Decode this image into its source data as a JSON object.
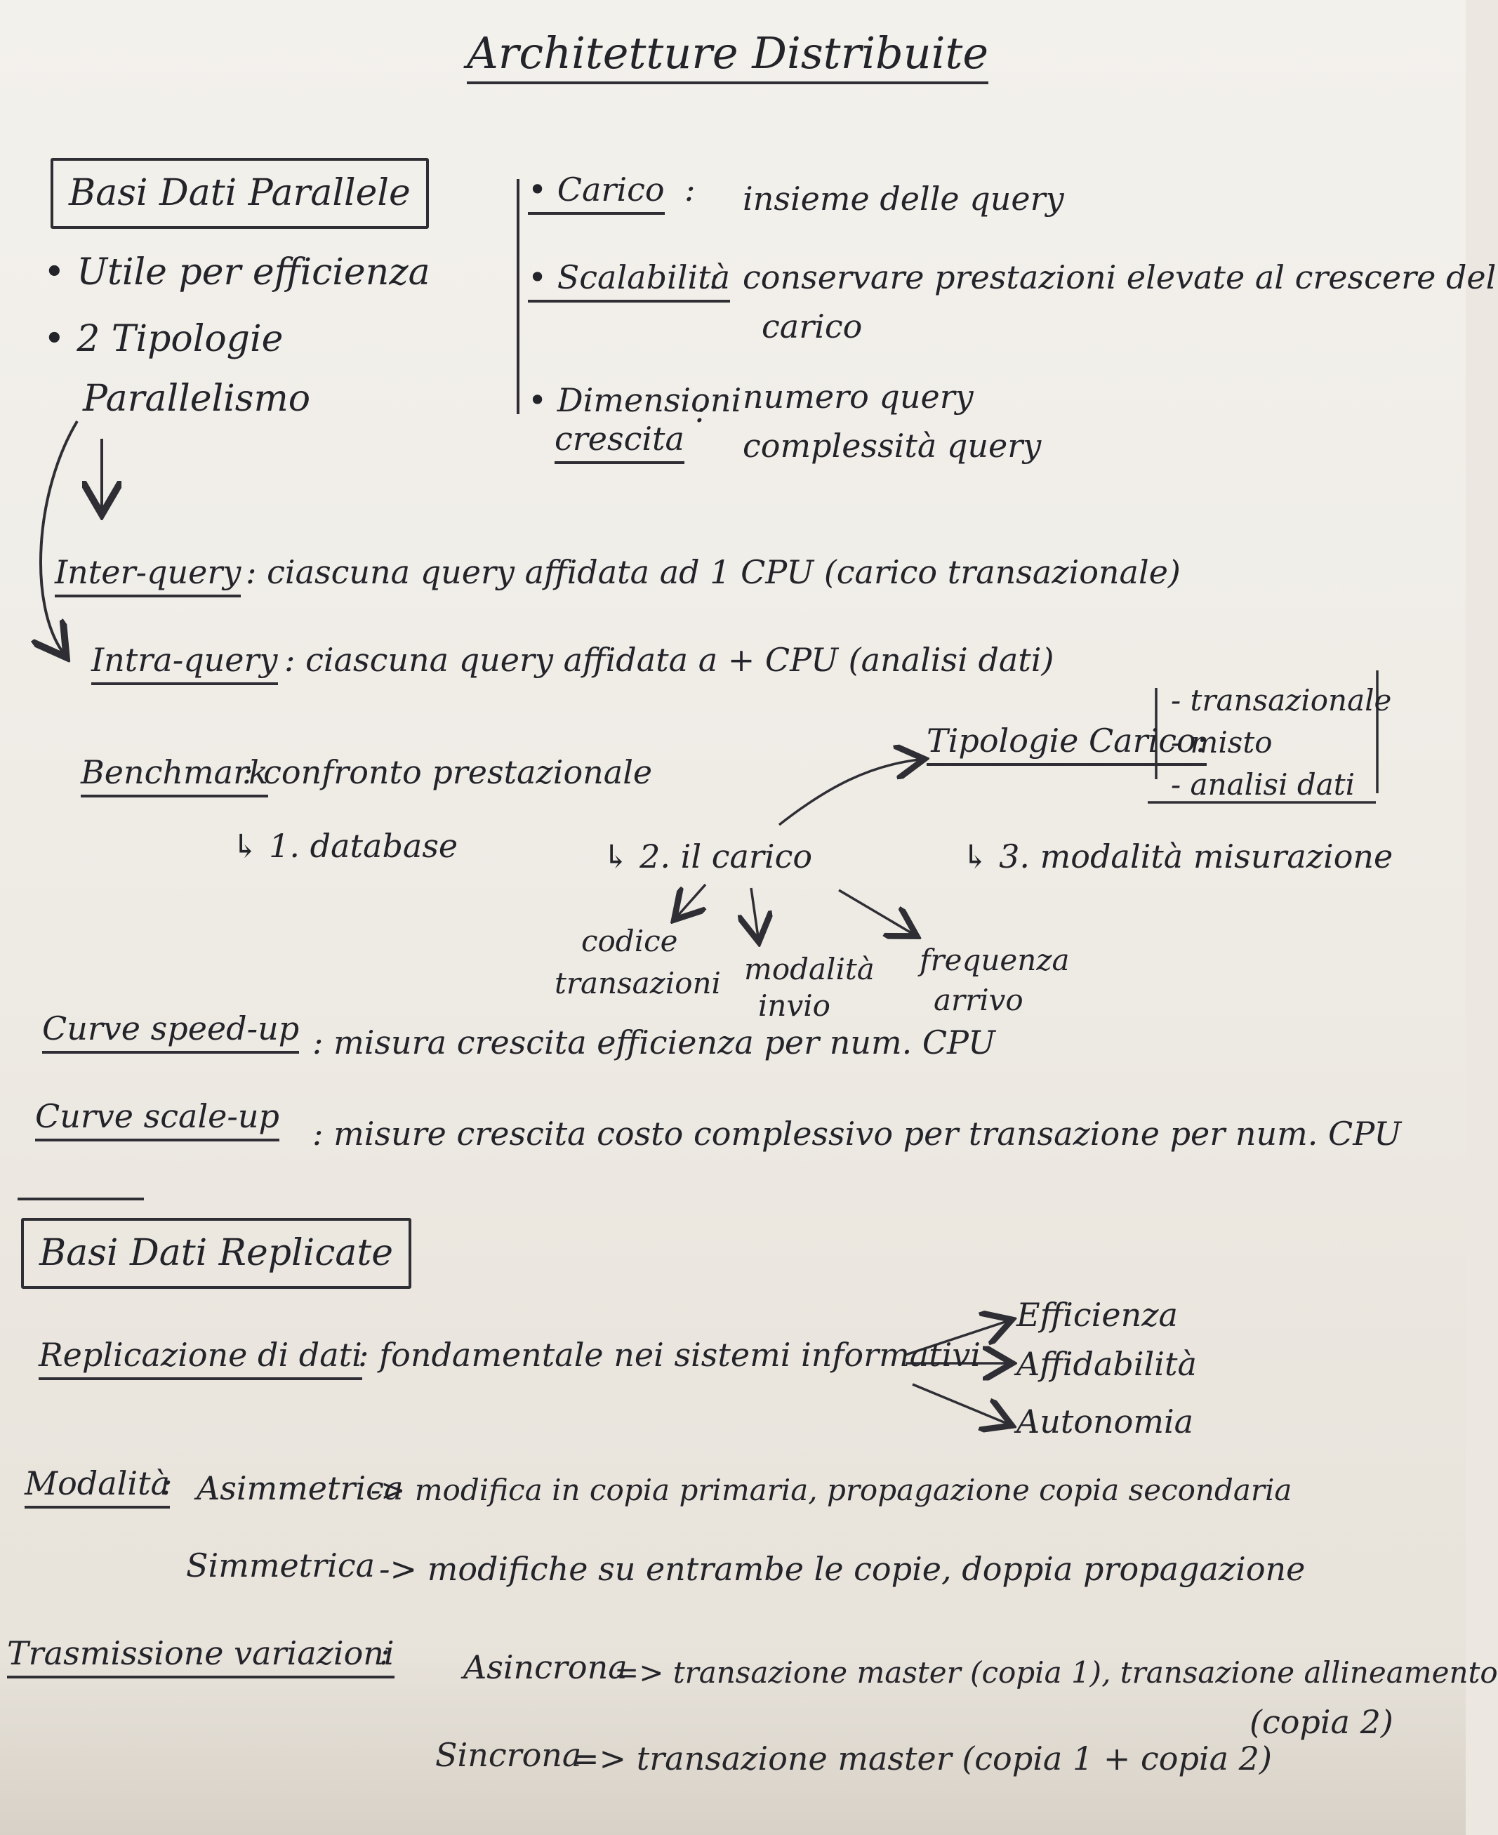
{
  "title": "Architetture Distribuite",
  "section1": {
    "heading": "Basi Dati Parallele",
    "bullets": [
      "• Utile per efficienza",
      "• 2 Tipologie"
    ],
    "bullet2_cont": "Parallelismo",
    "definitions": [
      {
        "term": "• Carico",
        "sep": ":",
        "desc": "insieme delle query"
      },
      {
        "term": "• Scalabilità",
        "sep": ":",
        "desc": "conservare prestazioni elevate al crescere del",
        "desc2": "carico"
      },
      {
        "term": "• Dimensioni",
        "term2": "crescita",
        "sep": ":",
        "desc": "numero query",
        "desc2": "complessità query"
      }
    ],
    "inter_query": {
      "term": "Inter-query",
      "desc": ": ciascuna query affidata ad 1 CPU (carico transazionale)"
    },
    "intra_query": {
      "term": "Intra-query",
      "desc": ": ciascuna query affidata a + CPU (analisi dati)"
    },
    "benchmark": {
      "term": "Benchmark",
      "desc": ": confronto prestazionale"
    },
    "benchmark_items": [
      "↳ 1. database",
      "↳ 2. il carico",
      "↳ 3. modalità misurazione"
    ],
    "carico_children": [
      {
        "line1": "codice",
        "line2": "transazioni"
      },
      {
        "line1": "modalità",
        "line2": "invio"
      },
      {
        "line1": "frequenza",
        "line2": "arrivo"
      }
    ],
    "tipologie": {
      "label": "Tipologie Carico:",
      "items": [
        "- transazionale",
        "- misto",
        "- analisi dati"
      ]
    },
    "speedup": {
      "term": "Curve speed-up",
      "desc": ": misura crescita efficienza per num. CPU"
    },
    "scaleup": {
      "term": "Curve scale-up",
      "desc": ": misure crescita costo complessivo per transazione per num. CPU"
    }
  },
  "section2": {
    "heading": "Basi Dati Replicate",
    "replicazione": {
      "term": "Replicazione di dati",
      "desc": ": fondamentale nei sistemi informativi"
    },
    "benefits": [
      "Efficienza",
      "Affidabilità",
      "Autonomia"
    ],
    "modalita": {
      "term": "Modalità",
      "sep": ":",
      "rows": [
        {
          "label": "Asimmetrica",
          "desc": "-> modifica in copia primaria, propagazione copia secondaria"
        },
        {
          "label": "Simmetrica",
          "desc": "-> modifiche su entrambe le copie, doppia propagazione"
        }
      ]
    },
    "trasmissione": {
      "term": "Trasmissione variazioni",
      "sep": ":",
      "rows": [
        {
          "label": "Asincrona",
          "desc": "=> transazione master (copia 1), transazione allineamento",
          "cont": "(copia 2)"
        },
        {
          "label": "Sincrona",
          "desc": "=> transazione master (copia 1 + copia 2)"
        }
      ]
    }
  }
}
